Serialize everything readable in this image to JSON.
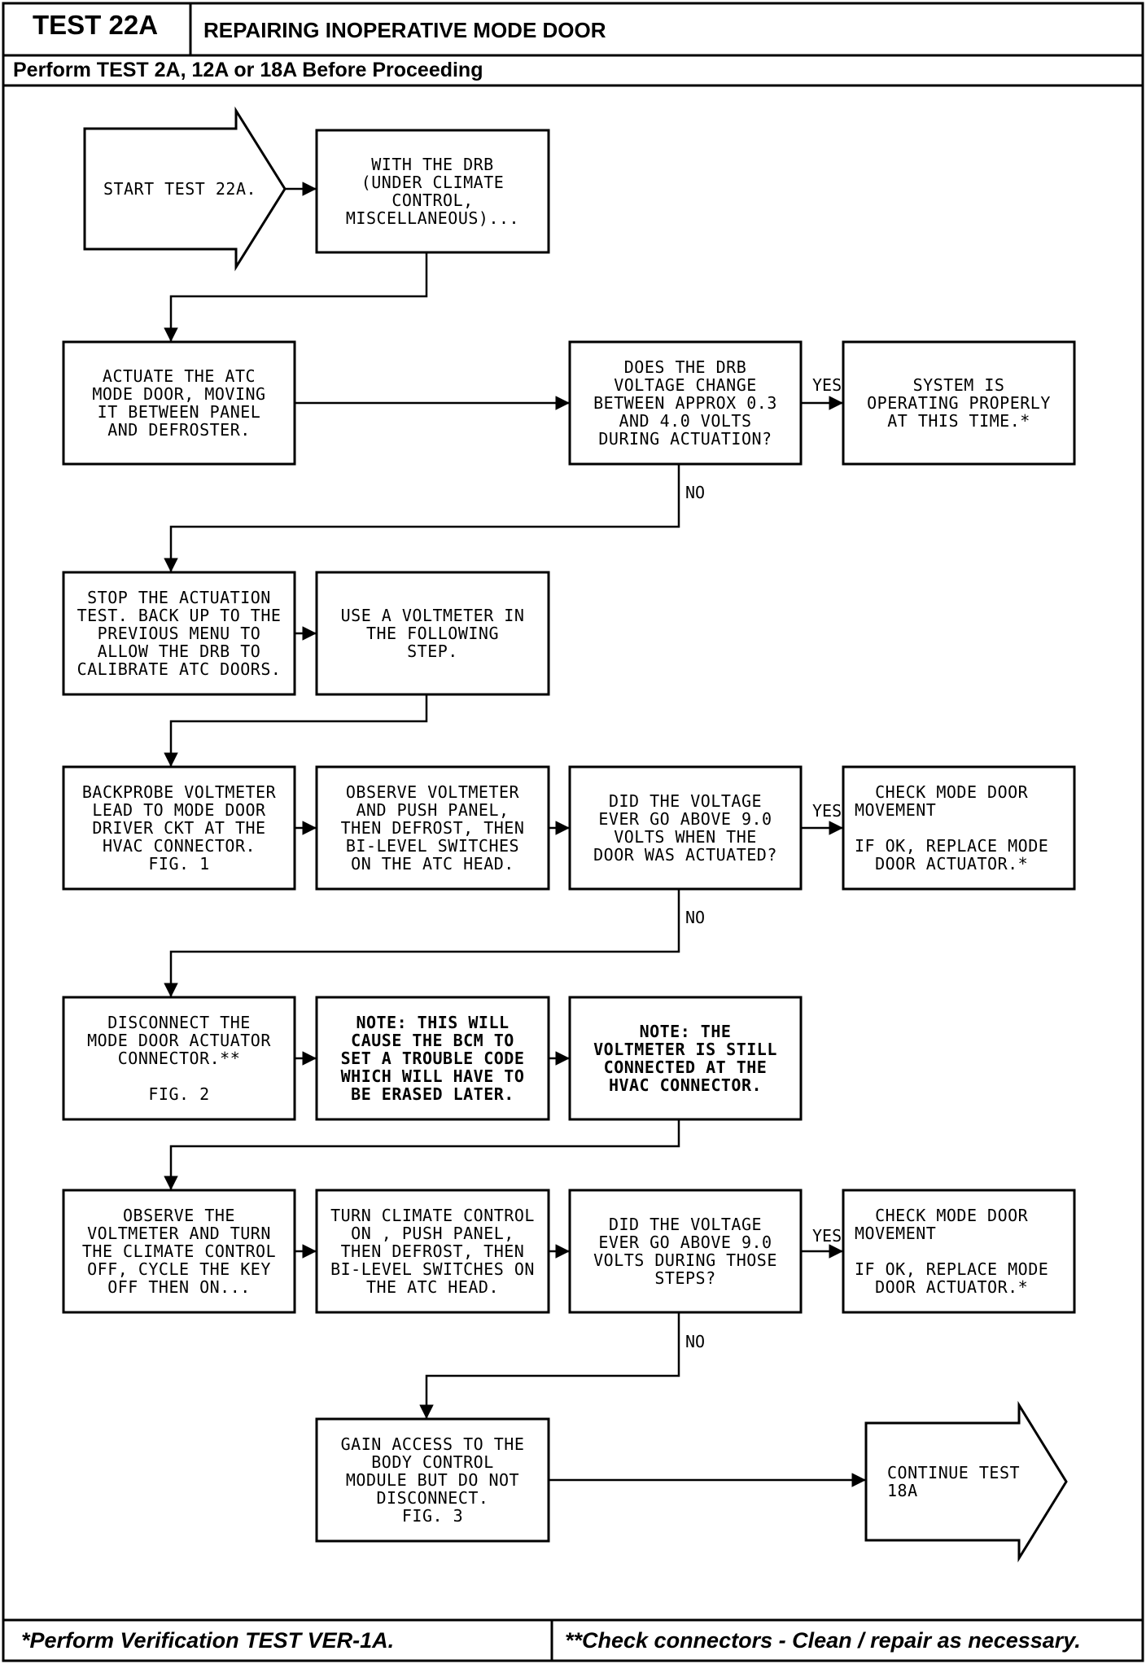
{
  "header": {
    "test_id": "TEST 22A",
    "title": "REPAIRING INOPERATIVE MODE DOOR",
    "subtitle": "Perform TEST 2A, 12A or 18A Before Proceeding"
  },
  "nodes": {
    "start": "START TEST 22A.",
    "drb": "WITH THE DRB\n(UNDER CLIMATE\nCONTROL,\nMISCELLANEOUS)...",
    "actuate": "ACTUATE THE ATC\nMODE DOOR, MOVING\nIT BETWEEN PANEL\nAND DEFROSTER.",
    "drb_voltage_q": "DOES THE DRB\nVOLTAGE CHANGE\nBETWEEN APPROX 0.3\nAND 4.0 VOLTS\nDURING ACTUATION?",
    "system_ok": "SYSTEM IS\nOPERATING PROPERLY\nAT THIS TIME.*",
    "stop_actuation": "STOP THE ACTUATION\nTEST. BACK UP TO THE\nPREVIOUS MENU TO\nALLOW THE DRB TO\nCALIBRATE ATC DOORS.",
    "use_voltmeter": "USE A VOLTMETER IN\nTHE FOLLOWING\nSTEP.",
    "backprobe": "BACKPROBE VOLTMETER\nLEAD TO MODE DOOR\nDRIVER CKT AT THE\nHVAC CONNECTOR.\nFIG. 1",
    "observe_push": "OBSERVE VOLTMETER\nAND PUSH PANEL,\nTHEN DEFROST, THEN\nBI-LEVEL SWITCHES\nON THE ATC HEAD.",
    "voltage_q1": "DID THE VOLTAGE\nEVER GO ABOVE 9.0\nVOLTS WHEN THE\nDOOR WAS ACTUATED?",
    "check_mode_1": "  CHECK MODE DOOR\nMOVEMENT\n\nIF OK, REPLACE MODE\n  DOOR ACTUATOR.*",
    "disconnect": "DISCONNECT THE\nMODE DOOR ACTUATOR\nCONNECTOR.**\n\nFIG. 2",
    "note_bcm": "NOTE: THIS WILL\nCAUSE THE BCM TO\nSET A TROUBLE CODE\nWHICH WILL HAVE TO\nBE ERASED LATER.",
    "note_voltmeter": "NOTE: THE\nVOLTMETER IS STILL\nCONNECTED AT THE\nHVAC CONNECTOR.",
    "observe_turn": "OBSERVE THE\nVOLTMETER AND TURN\nTHE CLIMATE CONTROL\nOFF, CYCLE THE KEY\nOFF THEN ON...",
    "turn_climate": "TURN CLIMATE CONTROL\nON , PUSH PANEL,\nTHEN DEFROST, THEN\nBI-LEVEL SWITCHES ON\nTHE ATC HEAD.",
    "voltage_q2": "DID THE VOLTAGE\nEVER GO ABOVE 9.0\nVOLTS DURING THOSE\nSTEPS?",
    "check_mode_2": "  CHECK MODE DOOR\nMOVEMENT\n\nIF OK, REPLACE MODE\n  DOOR ACTUATOR.*",
    "gain_access": "GAIN ACCESS TO THE\nBODY CONTROL\nMODULE BUT DO NOT\nDISCONNECT.\nFIG. 3",
    "continue": "CONTINUE TEST\n18A"
  },
  "labels": {
    "yes": "YES",
    "no": "NO"
  },
  "footer": {
    "left": "*Perform Verification TEST VER-1A.",
    "right": "**Check connectors - Clean / repair as necessary."
  }
}
